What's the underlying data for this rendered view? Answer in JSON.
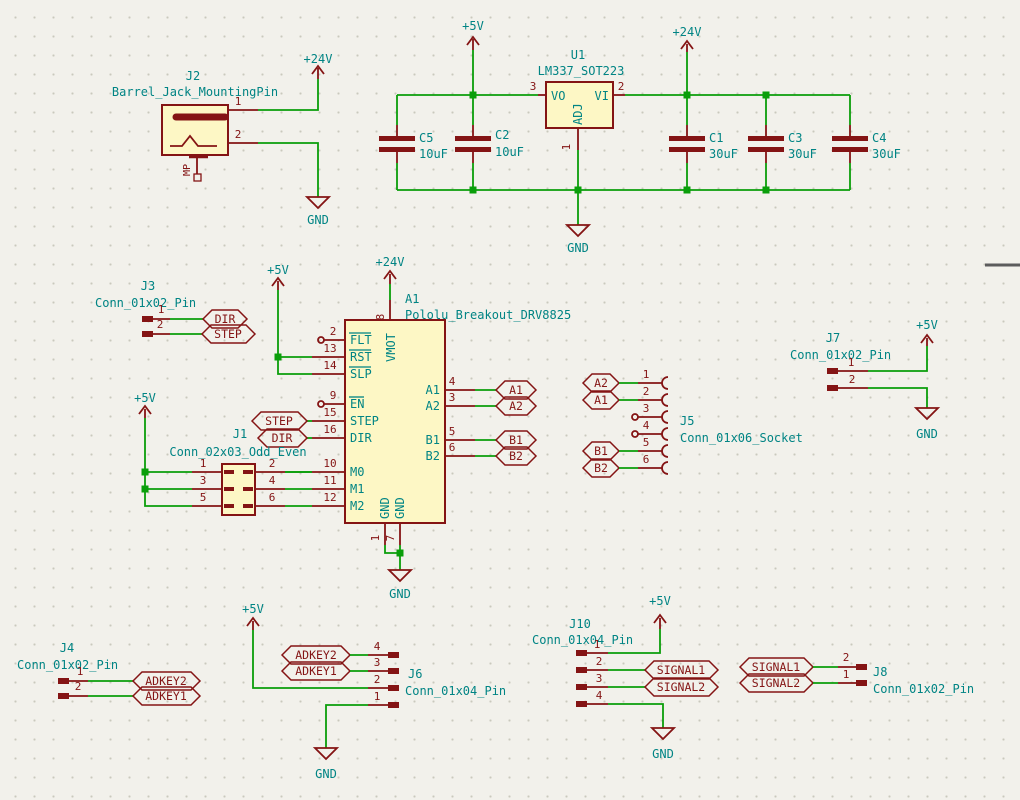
{
  "pwr": {
    "v24": "+24V",
    "v5": "+5V",
    "gnd": "GND"
  },
  "net": {
    "dir": "DIR",
    "step": "STEP",
    "a1": "A1",
    "a2": "A2",
    "b1": "B1",
    "b2": "B2",
    "adkey1": "ADKEY1",
    "adkey2": "ADKEY2",
    "signal1": "SIGNAL1",
    "signal2": "SIGNAL2"
  },
  "j2": {
    "ref": "J2",
    "value": "Barrel_Jack_MountingPin",
    "p1": "1",
    "p2": "2",
    "mp": "MP"
  },
  "u1": {
    "ref": "U1",
    "value": "LM337_SOT223",
    "p1": "1",
    "p2": "2",
    "p3": "3",
    "vo": "VO",
    "vi": "VI",
    "adj": "ADJ"
  },
  "c5": {
    "ref": "C5",
    "value": "10uF"
  },
  "c2": {
    "ref": "C2",
    "value": "10uF"
  },
  "c1": {
    "ref": "C1",
    "value": "30uF"
  },
  "c3": {
    "ref": "C3",
    "value": "30uF"
  },
  "c4": {
    "ref": "C4",
    "value": "30uF"
  },
  "a1": {
    "ref": "A1",
    "value": "Pololu_Breakout_DRV8825",
    "p2": "2",
    "p13": "13",
    "p14": "14",
    "p9": "9",
    "p15": "15",
    "p16": "16",
    "p10": "10",
    "p11": "11",
    "p12": "12",
    "p8": "8",
    "p4": "4",
    "p3": "3",
    "p5": "5",
    "p6": "6",
    "p1": "1",
    "p7": "7",
    "flt": "FLT",
    "rst": "RST",
    "slp": "SLP",
    "en": "EN",
    "step": "STEP",
    "dir": "DIR",
    "m0": "M0",
    "m1": "M1",
    "m2": "M2",
    "vmot": "VMOT",
    "a1": "A1",
    "a2": "A2",
    "b1": "B1",
    "b2": "B2",
    "gnd": "GND"
  },
  "j1": {
    "ref": "J1",
    "value": "Conn_02x03_Odd_Even",
    "p1": "1",
    "p2": "2",
    "p3": "3",
    "p4": "4",
    "p5": "5",
    "p6": "6"
  },
  "j3": {
    "ref": "J3",
    "value": "Conn_01x02_Pin",
    "p1": "1",
    "p2": "2"
  },
  "j4": {
    "ref": "J4",
    "value": "Conn_01x02_Pin",
    "p1": "1",
    "p2": "2"
  },
  "j5": {
    "ref": "J5",
    "value": "Conn_01x06_Socket",
    "p1": "1",
    "p2": "2",
    "p3": "3",
    "p4": "4",
    "p5": "5",
    "p6": "6"
  },
  "j6": {
    "ref": "J6",
    "value": "Conn_01x04_Pin",
    "p1": "1",
    "p2": "2",
    "p3": "3",
    "p4": "4"
  },
  "j7": {
    "ref": "J7",
    "value": "Conn_01x02_Pin",
    "p1": "1",
    "p2": "2"
  },
  "j8": {
    "ref": "J8",
    "value": "Conn_01x02_Pin",
    "p1": "1",
    "p2": "2"
  },
  "j10": {
    "ref": "J10",
    "value": "Conn_01x04_Pin",
    "p1": "1",
    "p2": "2",
    "p3": "3",
    "p4": "4"
  },
  "colors": {
    "wire": "#0a9e0a",
    "symbol": "#841414",
    "fill": "#fdf7c5",
    "text": "#008484",
    "background": "#f2f1eb"
  }
}
